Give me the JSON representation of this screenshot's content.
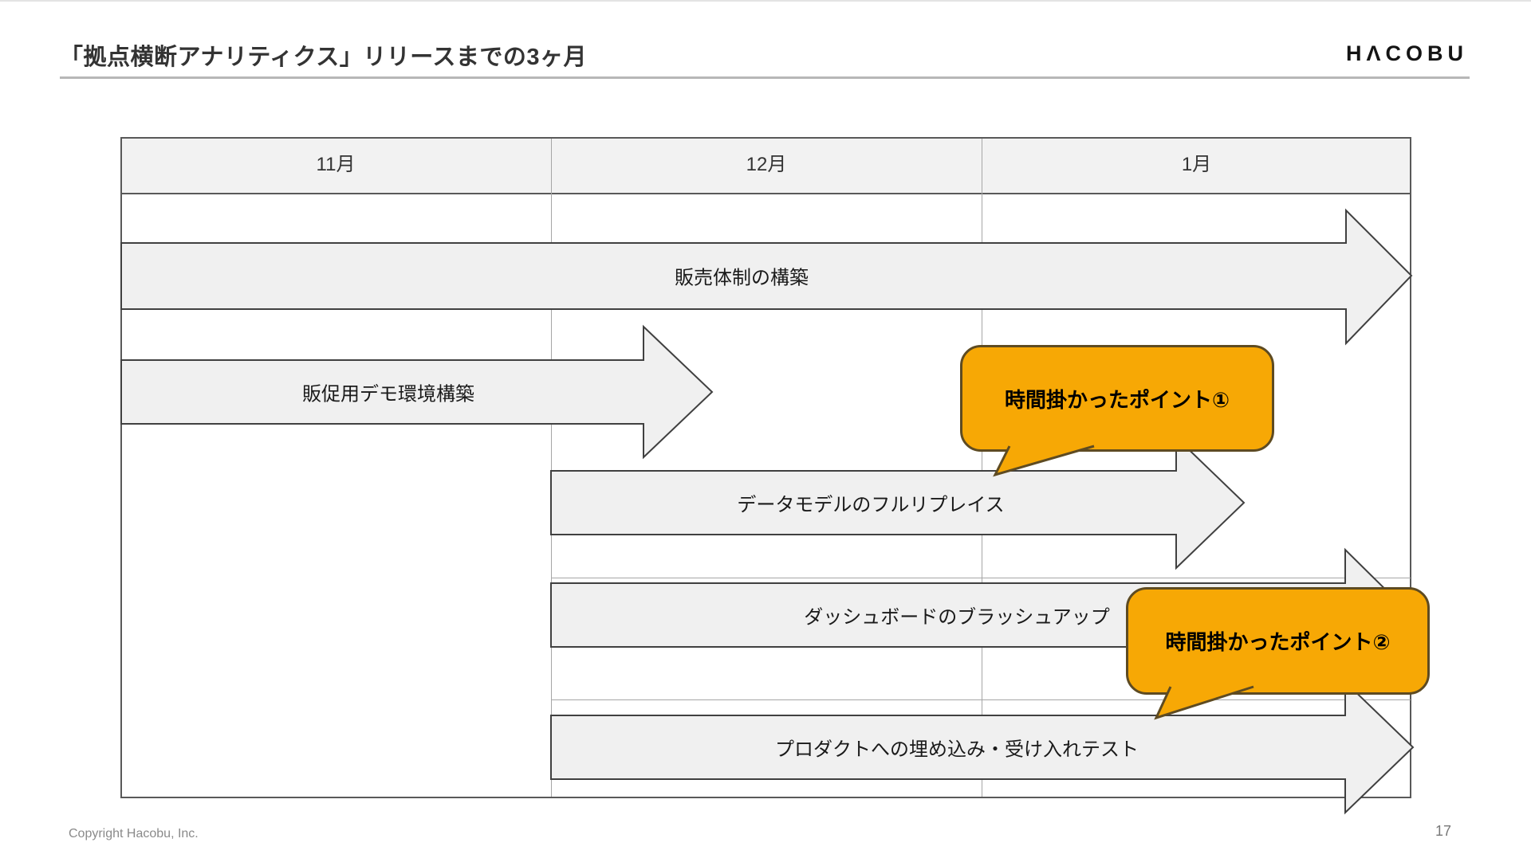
{
  "slide": {
    "title": "「拠点横断アナリティクス」リリースまでの3ヶ月",
    "logo_text": "HΛCOBU",
    "copyright": "Copyright Hacobu, Inc.",
    "page_number": "17"
  },
  "colors": {
    "callout_fill": "#F7A805",
    "callout_border": "#5E4B22",
    "arrow_fill": "#F0F0F0",
    "arrow_border": "#404040",
    "header_bg": "#F2F2F2",
    "grid_line": "#A6A6A6",
    "table_border": "#595959"
  },
  "timeline": {
    "months": [
      "11月",
      "12月",
      "1月"
    ],
    "tasks": [
      {
        "label": "販売体制の構築",
        "start_month": "11月",
        "end_month": "1月"
      },
      {
        "label": "販促用デモ環境構築",
        "start_month": "11月",
        "end_month": "12月"
      },
      {
        "label": "データモデルのフルリプレイス",
        "start_month": "12月",
        "end_month": "1月"
      },
      {
        "label": "ダッシュボードのブラッシュアップ",
        "start_month": "12月",
        "end_month": "1月"
      },
      {
        "label": "プロダクトへの埋め込み・受け入れテスト",
        "start_month": "12月",
        "end_month": "1月"
      }
    ],
    "callouts": [
      {
        "label": "時間掛かったポイント①",
        "points_to": "データモデルのフルリプレイス"
      },
      {
        "label": "時間掛かったポイント②",
        "points_to": "プロダクトへの埋め込み・受け入れテスト"
      }
    ]
  }
}
